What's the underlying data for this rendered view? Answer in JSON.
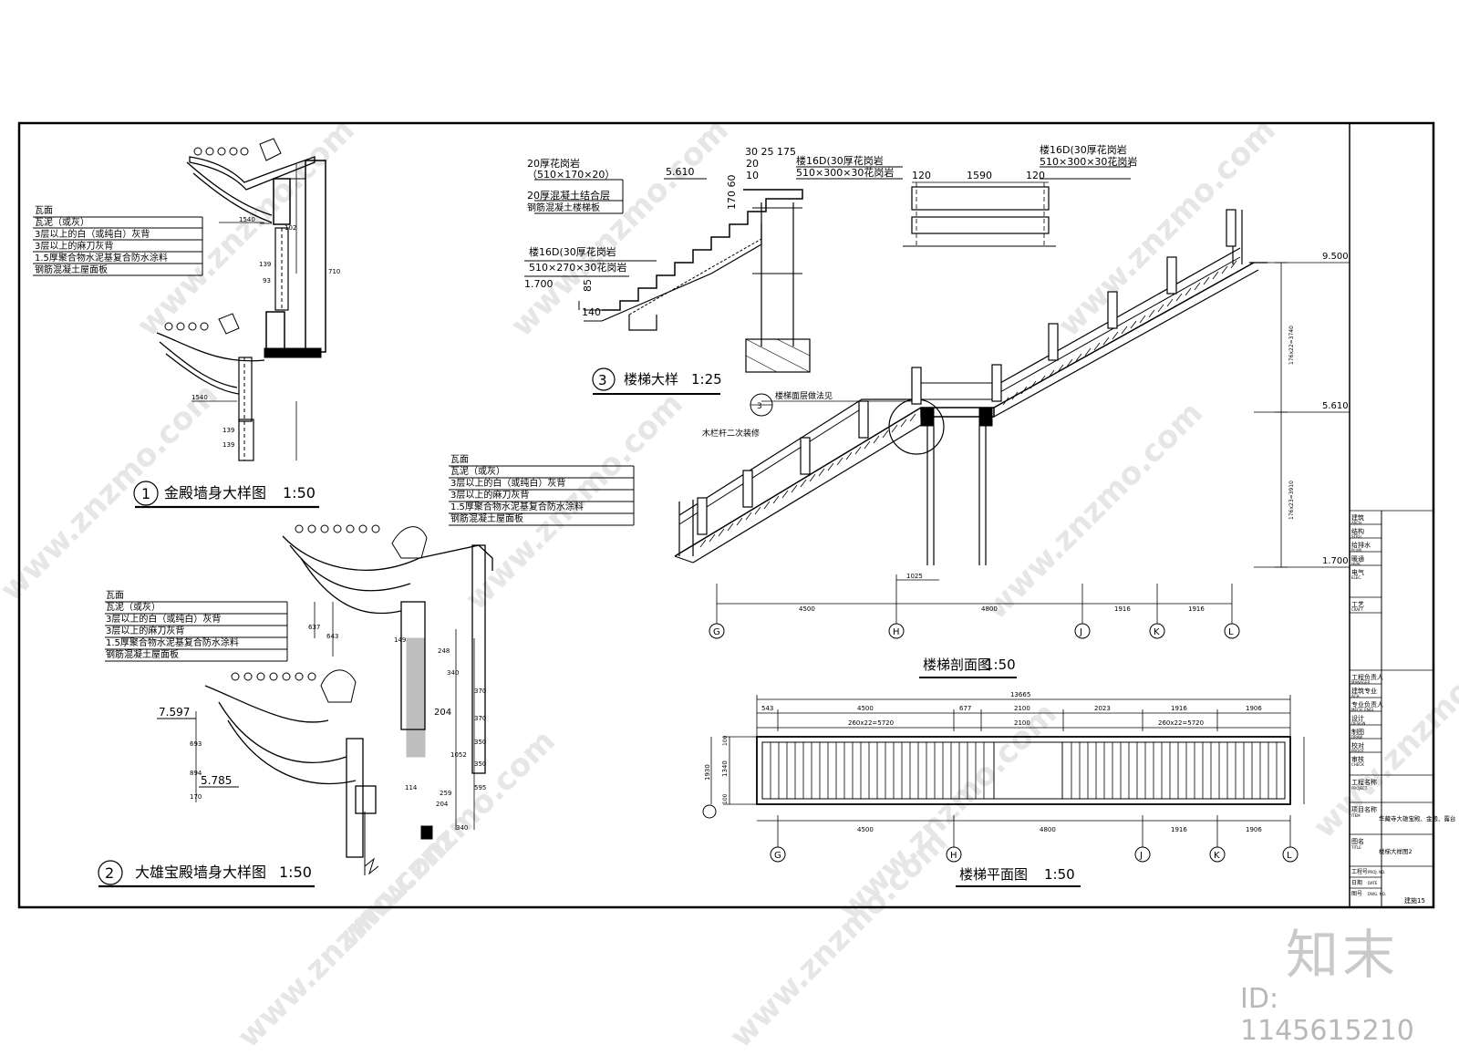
{
  "detail1": {
    "num": "1",
    "title": "金殿墙身大样图",
    "scale": "1:50",
    "layers": [
      "瓦面",
      "瓦泥（或灰）",
      "3层以上的白（或纯白）灰背",
      "3层以上的麻刀灰背",
      "1.5厚聚合物水泥基复合防水涂料",
      "钢筋混凝土屋面板"
    ],
    "dims": [
      "1540",
      "102",
      "139",
      "93",
      "1540",
      "139",
      "139",
      "710"
    ]
  },
  "detail2": {
    "num": "2",
    "title": "大雄宝殿墙身大样图",
    "scale": "1:50",
    "layers_top": [
      "瓦面",
      "瓦泥（或灰）",
      "3层以上的白（或纯白）灰背",
      "3层以上的麻刀灰背",
      "1.5厚聚合物水泥基复合防水涂料",
      "钢筋混凝土屋面板"
    ],
    "layers_bottom": [
      "瓦面",
      "瓦泥（或灰）",
      "3层以上的白（或纯白）灰背",
      "3层以上的麻刀灰背",
      "1.5厚聚合物水泥基复合防水涂料",
      "钢筋混凝土屋面板"
    ],
    "elev1": "7.597",
    "elev2": "5.785",
    "dims": [
      "637",
      "643",
      "693",
      "894",
      "170",
      "149",
      "248",
      "370",
      "340",
      "204",
      "370",
      "350",
      "1052",
      "350",
      "595",
      "259",
      "114",
      "204",
      "340"
    ]
  },
  "detail3": {
    "num": "3",
    "title": "楼梯大样",
    "scale": "1:25",
    "left_notes": [
      "20厚花岗岩",
      "（510×170×20）",
      "20厚混凝土结合层",
      "钢筋混凝土楼梯板"
    ],
    "step_note1": "楼16D(30厚花岗岩",
    "step_note2": "510×270×30花岗岩",
    "elev_top": "5.610",
    "elev_bottom": "1.700",
    "dims_top": "30 25  175",
    "dims_a": "20",
    "dims_b": "10",
    "dims_v": "170 60",
    "dims_c": "85",
    "dims_d": "140",
    "mid_note1": "楼16D(30厚花岗岩",
    "mid_note2": "510×300×30花岗岩",
    "right_note1": "楼16D(30厚花岗岩",
    "right_note2": "510×300×30花岗岩",
    "right_dims": [
      "120",
      "1590",
      "120"
    ]
  },
  "section": {
    "title": "楼梯剖面图",
    "scale": "1:50",
    "ref_num": "3",
    "ref_note": "楼梯面层做法见",
    "rail_note": "木栏杆二次装修",
    "elevs": [
      "9.500",
      "5.610",
      "1.700"
    ],
    "vdims": [
      "176x22=3740",
      "176x23=3910"
    ],
    "hdims": [
      "4500",
      "4800",
      "1916",
      "1916"
    ],
    "sub_dim": "1025",
    "axes": [
      "G",
      "H",
      "J",
      "K",
      "L"
    ]
  },
  "plan": {
    "title": "楼梯平面图",
    "scale": "1:50",
    "total": "13665",
    "dims_top": [
      "543",
      "4500",
      "677",
      "2100",
      "2023",
      "1916",
      "1906"
    ],
    "dims_mid": [
      "260x22=5720",
      "2100",
      "260x22=5720"
    ],
    "dims_bottom": [
      "4500",
      "4800",
      "1916",
      "1906"
    ],
    "vdims": [
      "100",
      "1340",
      "100",
      "1930"
    ],
    "axes": [
      "G",
      "H",
      "J",
      "K",
      "L"
    ]
  },
  "titleblock": {
    "rows_a": [
      [
        "建筑",
        "ARCH."
      ],
      [
        "结构",
        "STRU."
      ],
      [
        "给排水",
        "PLUM."
      ],
      [
        "暖通",
        "HVAC"
      ],
      [
        "电气",
        "ELEC."
      ],
      [
        "工艺",
        "CRAFT"
      ]
    ],
    "rows_b": [
      [
        "工程负责人",
        "MANAGER"
      ],
      [
        "建筑专业",
        "ACH."
      ],
      [
        "专业负责人",
        "MECH. ENGI."
      ],
      [
        "设计",
        "DESIGN"
      ],
      [
        "制图",
        "DRAW"
      ],
      [
        "校对",
        "PROOF"
      ],
      [
        "审核",
        "CHECK"
      ]
    ],
    "project_label": "工程名称",
    "project_label_en": "PROJECT",
    "item_label": "项目名称",
    "item_label_en": "ITEM",
    "item_value": "华藏寺大雄宝殿、金殿、露台",
    "drawing_label": "图名",
    "drawing_label_en": "TITLE",
    "drawing_value": "楼梯大样图2",
    "proj_no": "工程号",
    "proj_no_en": "PROJ. NO.",
    "date": "日期",
    "date_en": "DATE",
    "dwg_no": "图号",
    "dwg_no_en": "DWG. NO.",
    "sheet": "建施15"
  },
  "watermark": "www.znzmo.com",
  "brand": "知末",
  "image_id": "ID: 1145615210"
}
